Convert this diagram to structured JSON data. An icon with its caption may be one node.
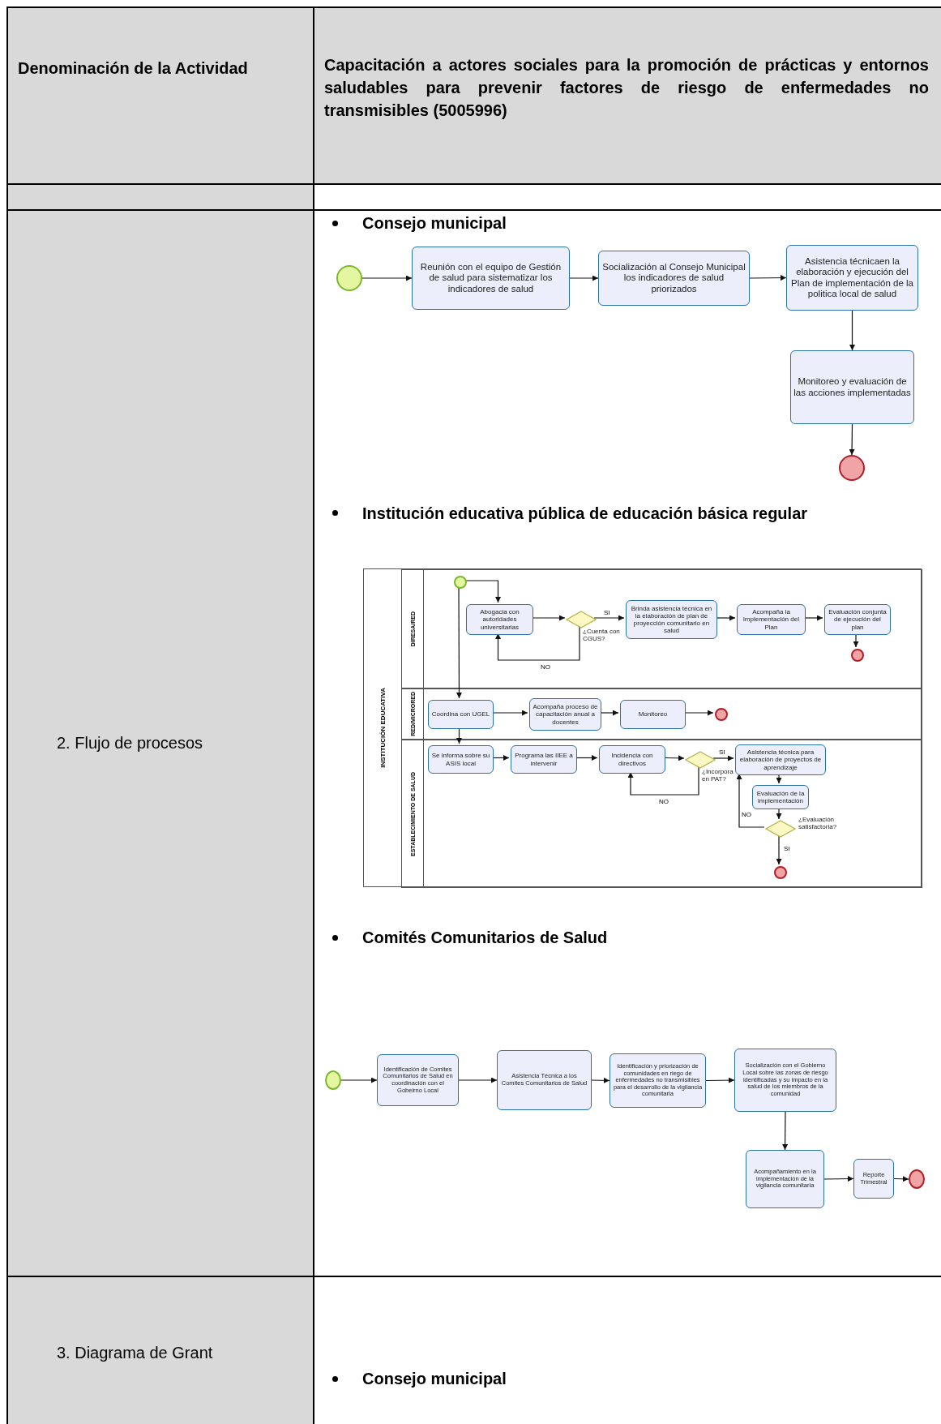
{
  "diagram": {
    "nodes": [
      {
        "text": [],
        "shape": "circle"
      },
      {
        "text": [
          "Reunión con el equipo de Gestión de salud para sistematizar los indicadores de salud"
        ]
      },
      {
        "text": [
          "Socialización al Consejo Municipal los indicadores de salud priorizados"
        ]
      },
      {
        "text": [
          "Asistencia técnicaen la elaboración y ejecución del Plan de implementación de la politica local de salud"
        ]
      },
      {
        "text": [
          "Monitoreo y evaluación de las acciones implementadas"
        ]
      },
      {
        "text": [],
        "shape": "circle"
      },
      {
        "text": [
          "INSTITUCIÓN EDUCATIVA"
        ]
      },
      {
        "text": [
          "DIRESA/RED"
        ],
        "in": 6
      },
      {
        "text": [
          "RED/MICRORED"
        ],
        "in": 6
      },
      {
        "text": [
          "ESTABLECIMIENTO DE SALUD"
        ],
        "in": 6
      },
      {
        "text": [],
        "shape": "circle",
        "in": 7
      },
      {
        "text": [
          "Abogacia con autoridades universitarias"
        ],
        "in": 7
      },
      {
        "text": [],
        "shape": "diamond",
        "beside": [
          "¿Cuenta con CGUS?"
        ],
        "in": 7
      },
      {
        "text": [
          "Brinda asistencia técnica en la elaboración de plan de proyección comunitario en salud"
        ],
        "in": 7
      },
      {
        "text": [
          "Acompaña la implementación del Plan"
        ],
        "in": 7
      },
      {
        "text": [
          "Evaluación conjunta de ejecución del plan"
        ],
        "in": 7
      },
      {
        "text": [],
        "shape": "circle",
        "in": 7
      },
      {
        "text": [
          "Coordina con UGEL"
        ],
        "in": 8
      },
      {
        "text": [
          "Acompaña proceso de capacitación anual a docentes"
        ],
        "in": 8
      },
      {
        "text": [
          "Monitoreo"
        ],
        "in": 8
      },
      {
        "text": [],
        "shape": "circle",
        "in": 8
      },
      {
        "text": [
          "Se informa sobre su ASIS local"
        ],
        "in": 9
      },
      {
        "text": [
          "Programa las IIEE a intervenir"
        ],
        "in": 9
      },
      {
        "text": [
          "Incidencia con directivos"
        ],
        "in": 9
      },
      {
        "text": [],
        "shape": "diamond",
        "beside": [
          "¿Incorpora en PAT?"
        ],
        "in": 9
      },
      {
        "text": [
          "Asistencia técnica para elaboración de proyectos de aprendizaje"
        ],
        "in": 9
      },
      {
        "text": [
          "Evaluación de la implementación"
        ],
        "in": 9
      },
      {
        "text": [],
        "shape": "diamond",
        "beside": [
          "¿Evaluación satisfactoria?"
        ],
        "in": 9
      },
      {
        "text": [],
        "shape": "circle",
        "in": 9
      },
      {
        "text": [],
        "shape": "circle"
      },
      {
        "text": [
          "Identificación de Comites Comunitarios de Salud en coordinación con el Gobeirno Local"
        ]
      },
      {
        "text": [
          "Asistencia Técnica a los Comites Comunitarios de Salud"
        ]
      },
      {
        "text": [
          "Identificación y priorización de comunidades en riego de enfermedades no transmisibles para el desarrollo de la vigilancia comunitaria"
        ]
      },
      {
        "text": [
          "Socialización con el Gobierno Local sobre las zonas de riesgo identificadas y su impacto en la salud de los miembros de la comunidad"
        ]
      },
      {
        "text": [
          "Acompañamiento en la implementación de la vigilancia comunitaria"
        ]
      },
      {
        "text": [
          "Reporte Trimestral"
        ]
      },
      {
        "text": [],
        "shape": "circle"
      }
    ],
    "edges": [
      {
        "from": 0,
        "to": 1,
        "arrow": "to"
      },
      {
        "from": 1,
        "to": 2,
        "arrow": "to"
      },
      {
        "from": 2,
        "to": 3,
        "arrow": "to"
      },
      {
        "from": 3,
        "to": 4,
        "arrow": "to"
      },
      {
        "from": 4,
        "to": 5,
        "arrow": "to"
      },
      {
        "from": 10,
        "to": 11,
        "arrow": "to"
      },
      {
        "from": 10,
        "to": 17,
        "arrow": "to"
      },
      {
        "from": 11,
        "to": 12,
        "arrow": "to"
      },
      {
        "from": 12,
        "to": 13,
        "arrow": "to",
        "label": "SI"
      },
      {
        "from": 12,
        "to": 11,
        "arrow": "to",
        "label": "NO"
      },
      {
        "from": 13,
        "to": 14,
        "arrow": "to"
      },
      {
        "from": 14,
        "to": 15,
        "arrow": "to"
      },
      {
        "from": 15,
        "to": 16,
        "arrow": "to"
      },
      {
        "from": 17,
        "to": 18,
        "arrow": "to"
      },
      {
        "from": 18,
        "to": 19,
        "arrow": "to"
      },
      {
        "from": 19,
        "to": 20,
        "arrow": "to"
      },
      {
        "from": 17,
        "to": 21,
        "arrow": "to"
      },
      {
        "from": 21,
        "to": 22,
        "arrow": "to"
      },
      {
        "from": 22,
        "to": 23,
        "arrow": "to"
      },
      {
        "from": 23,
        "to": 24,
        "arrow": "to"
      },
      {
        "from": 24,
        "to": 25,
        "arrow": "to",
        "label": "SI"
      },
      {
        "from": 24,
        "to": 23,
        "arrow": "to",
        "label": "NO"
      },
      {
        "from": 25,
        "to": 26,
        "arrow": "to"
      },
      {
        "from": 26,
        "to": 27,
        "arrow": "to"
      },
      {
        "from": 27,
        "to": 28,
        "arrow": "to",
        "label": "SI"
      },
      {
        "from": 27,
        "to": 25,
        "arrow": "to",
        "label": "NO"
      },
      {
        "from": 29,
        "to": 30,
        "arrow": "to"
      },
      {
        "from": 30,
        "to": 31,
        "arrow": "to"
      },
      {
        "from": 31,
        "to": 32,
        "arrow": "to"
      },
      {
        "from": 32,
        "to": 33,
        "arrow": "to"
      },
      {
        "from": 33,
        "to": 34,
        "arrow": "to"
      },
      {
        "from": 34,
        "to": 35,
        "arrow": "to"
      },
      {
        "from": 35,
        "to": 36,
        "arrow": "to"
      }
    ],
    "labels": [
      "Denominación de la Actividad",
      "Capacitación a actores sociales para la promoción de prácticas y entornos saludables para prevenir factores de riesgo de enfermedades no transmisibles (5005996)",
      "2. Flujo de procesos",
      "Consejo municipal",
      "Institución educativa pública de educación básica regular",
      "Comités Comunitarios de Salud",
      "3. Diagrama de Grant",
      "Consejo municipal"
    ]
  }
}
